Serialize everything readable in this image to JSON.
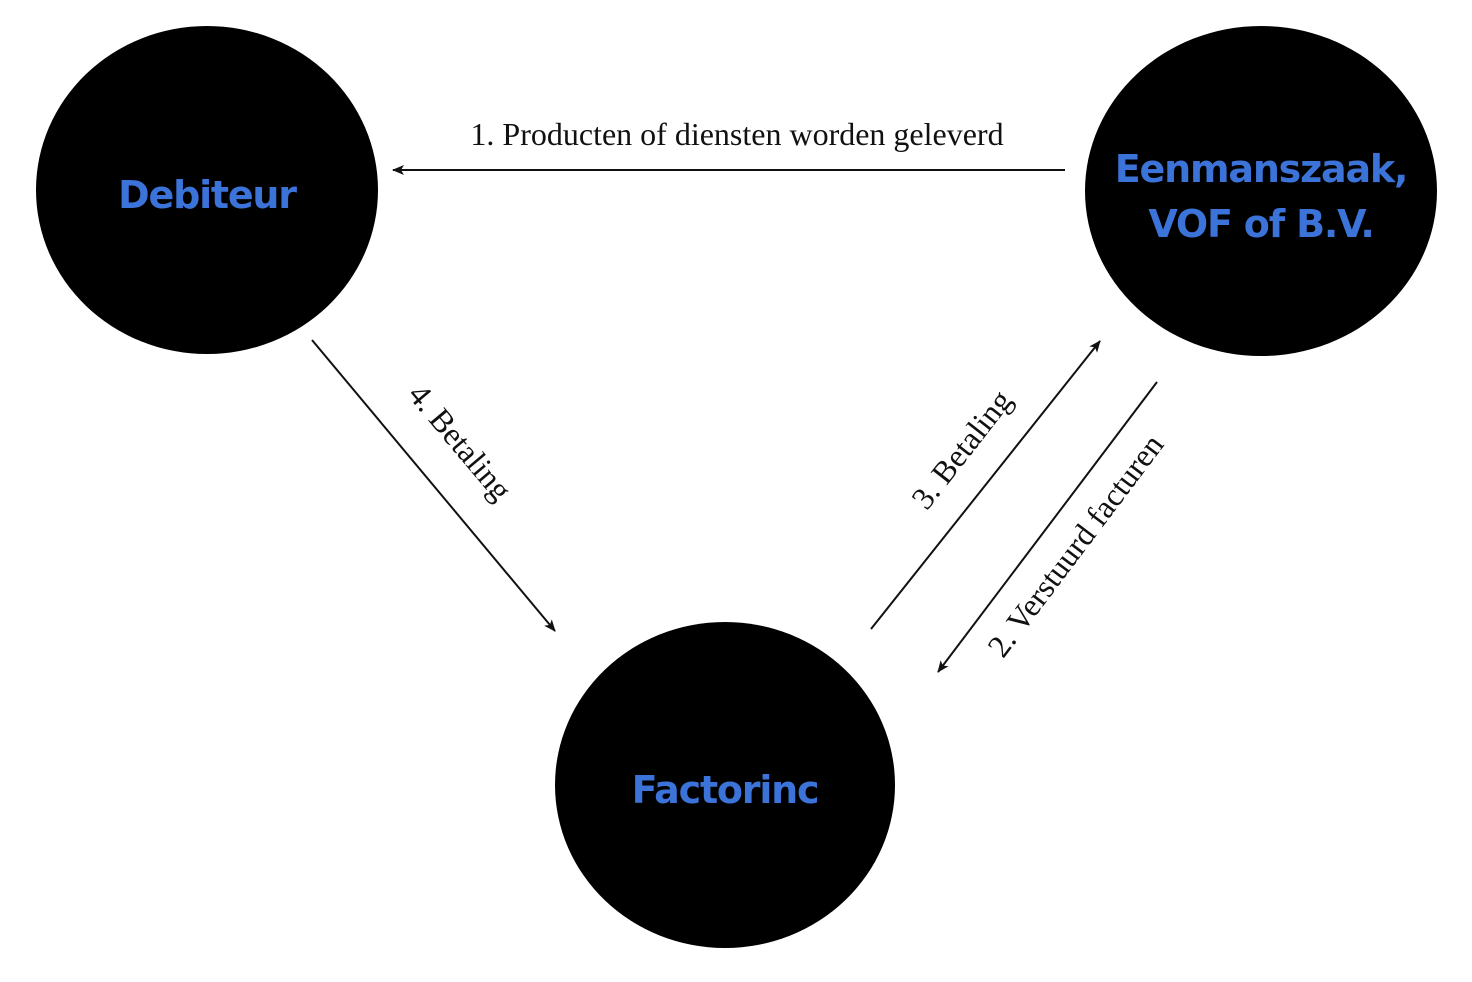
{
  "colors": {
    "background": "#ffffff",
    "node_fill": "#000000",
    "node_label": "#3b73d9",
    "line": "#111111"
  },
  "nodes": {
    "debiteur": {
      "label": "Debiteur"
    },
    "eenmanszaak": {
      "label_line1": "Eenmanszaak,",
      "label_line2": "VOF of B.V."
    },
    "factorinc": {
      "label": "Factorinc"
    }
  },
  "edges": {
    "geleverd": {
      "label": "1. Producten of diensten worden geleverd"
    },
    "facturen": {
      "label": "2. Verstuurd facturen"
    },
    "betaling3": {
      "label": "3. Betaling"
    },
    "betaling4": {
      "label": "4. Betaling"
    }
  }
}
